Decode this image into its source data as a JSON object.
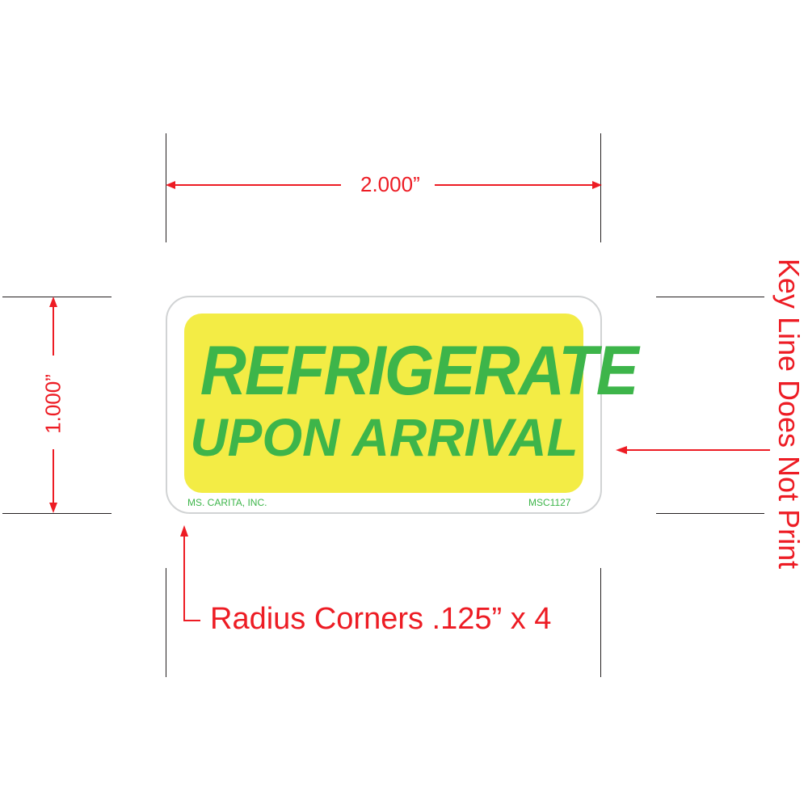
{
  "dimensions": {
    "width_label": "2.000”",
    "height_label": "1.000”"
  },
  "label": {
    "headline_line1": "REFRIGERATE",
    "headline_line2": "UPON ARRIVAL",
    "manufacturer": "MS. CARITA, INC.",
    "product_code": "MSC1127",
    "colors": {
      "background": "#f3ec45",
      "text": "#3db54a",
      "keyline": "#d1d3d4"
    }
  },
  "annotations": {
    "radius_note": "Radius Corners .125” x 4",
    "keyline_note": "Key Line Does Not Print",
    "color": "#ed1c24"
  }
}
